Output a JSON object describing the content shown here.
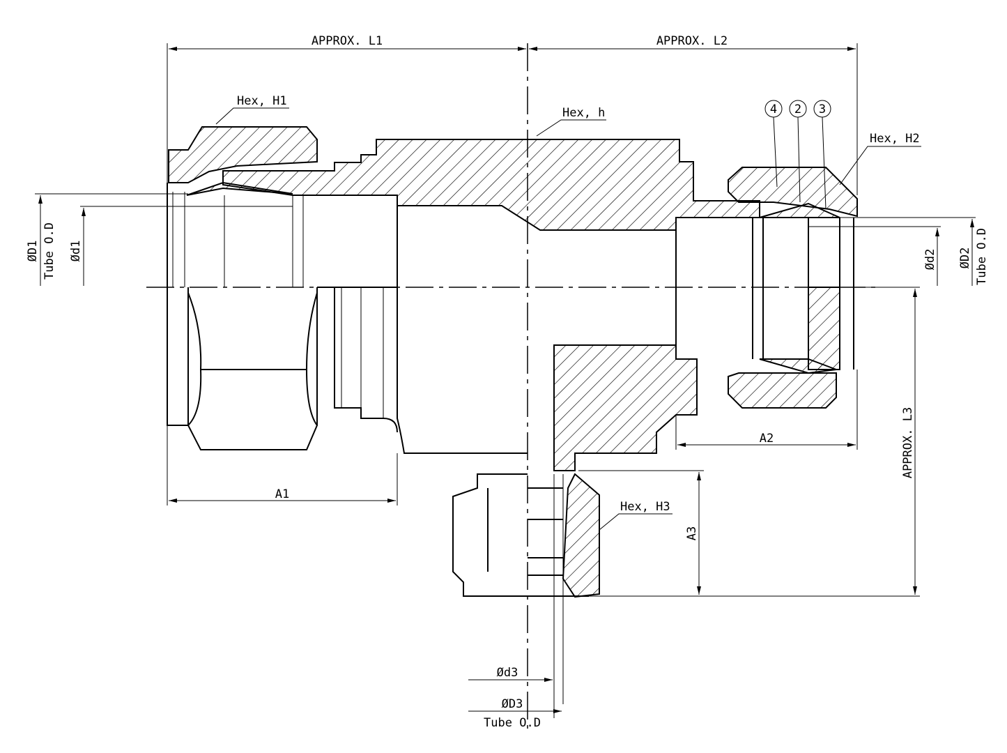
{
  "title": "Reducing union tee fitting cross-section drawing",
  "dimensions": {
    "l1": "APPROX. L1",
    "l2": "APPROX. L2",
    "l3": "APPROX. L3",
    "a1": "A1",
    "a2": "A2",
    "a3": "A3"
  },
  "hex_labels": {
    "h1": "Hex, H1",
    "h": "Hex, h",
    "h2": "Hex, H2",
    "h3": "Hex, H3"
  },
  "balloons": [
    "4",
    "2",
    "3"
  ],
  "diameters": {
    "D1": "ØD1",
    "d1": "Ød1",
    "d2": "Ød2",
    "D2": "ØD2",
    "d3": "Ød3",
    "D3": "ØD3",
    "tube_od": "Tube O.D"
  }
}
